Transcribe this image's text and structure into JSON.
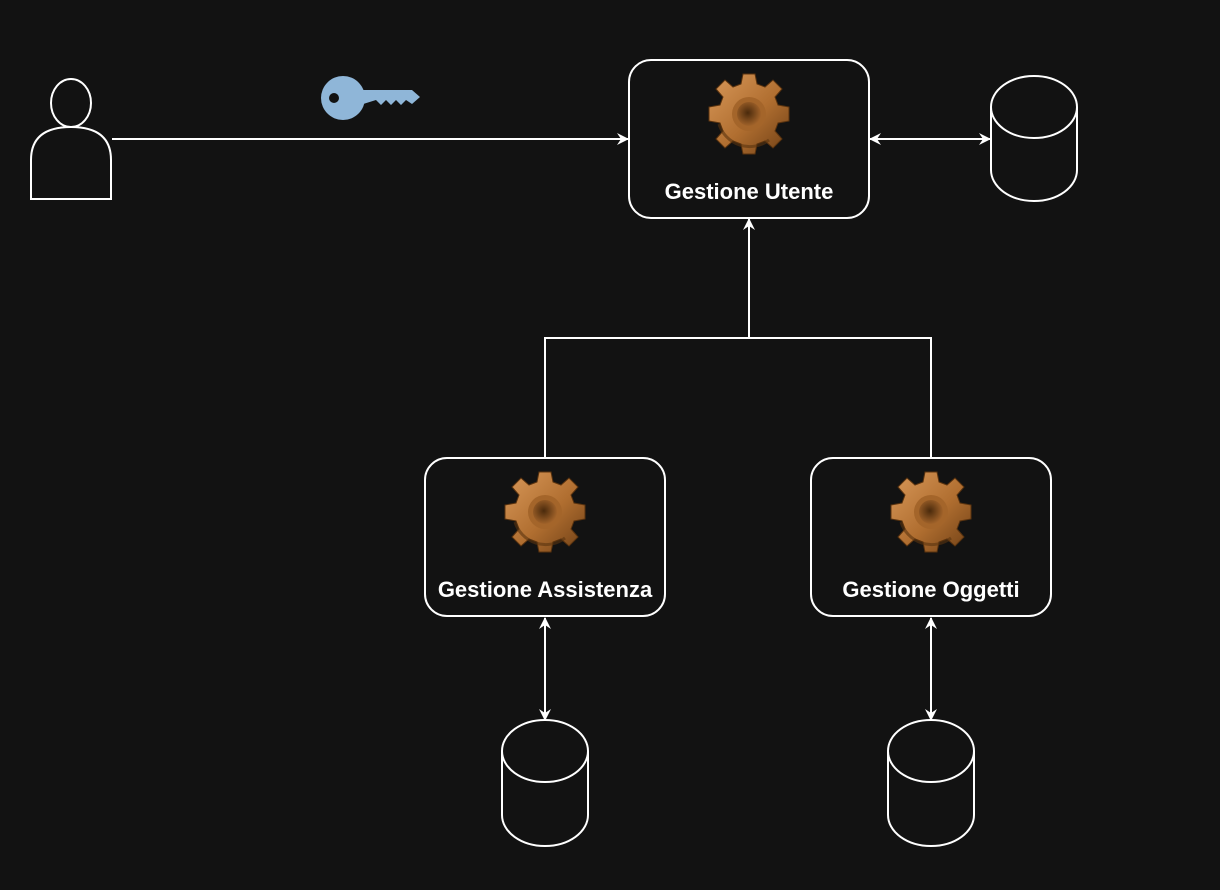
{
  "diagram": {
    "services": {
      "user": {
        "label": "Gestione Utente",
        "icon": "gear-icon"
      },
      "assistance": {
        "label": "Gestione Assistenza",
        "icon": "gear-icon"
      },
      "objects": {
        "label": "Gestione Oggetti",
        "icon": "gear-icon"
      }
    },
    "actor": {
      "icon": "user-icon"
    },
    "auth": {
      "icon": "key-icon",
      "color": "#8fb6d8"
    },
    "databases": [
      {
        "icon": "database-icon"
      },
      {
        "icon": "database-icon"
      },
      {
        "icon": "database-icon"
      }
    ],
    "colors": {
      "background": "#121212",
      "stroke": "#ffffff",
      "gear_light": "#c98a4a",
      "gear_dark": "#7a4a1c"
    }
  }
}
